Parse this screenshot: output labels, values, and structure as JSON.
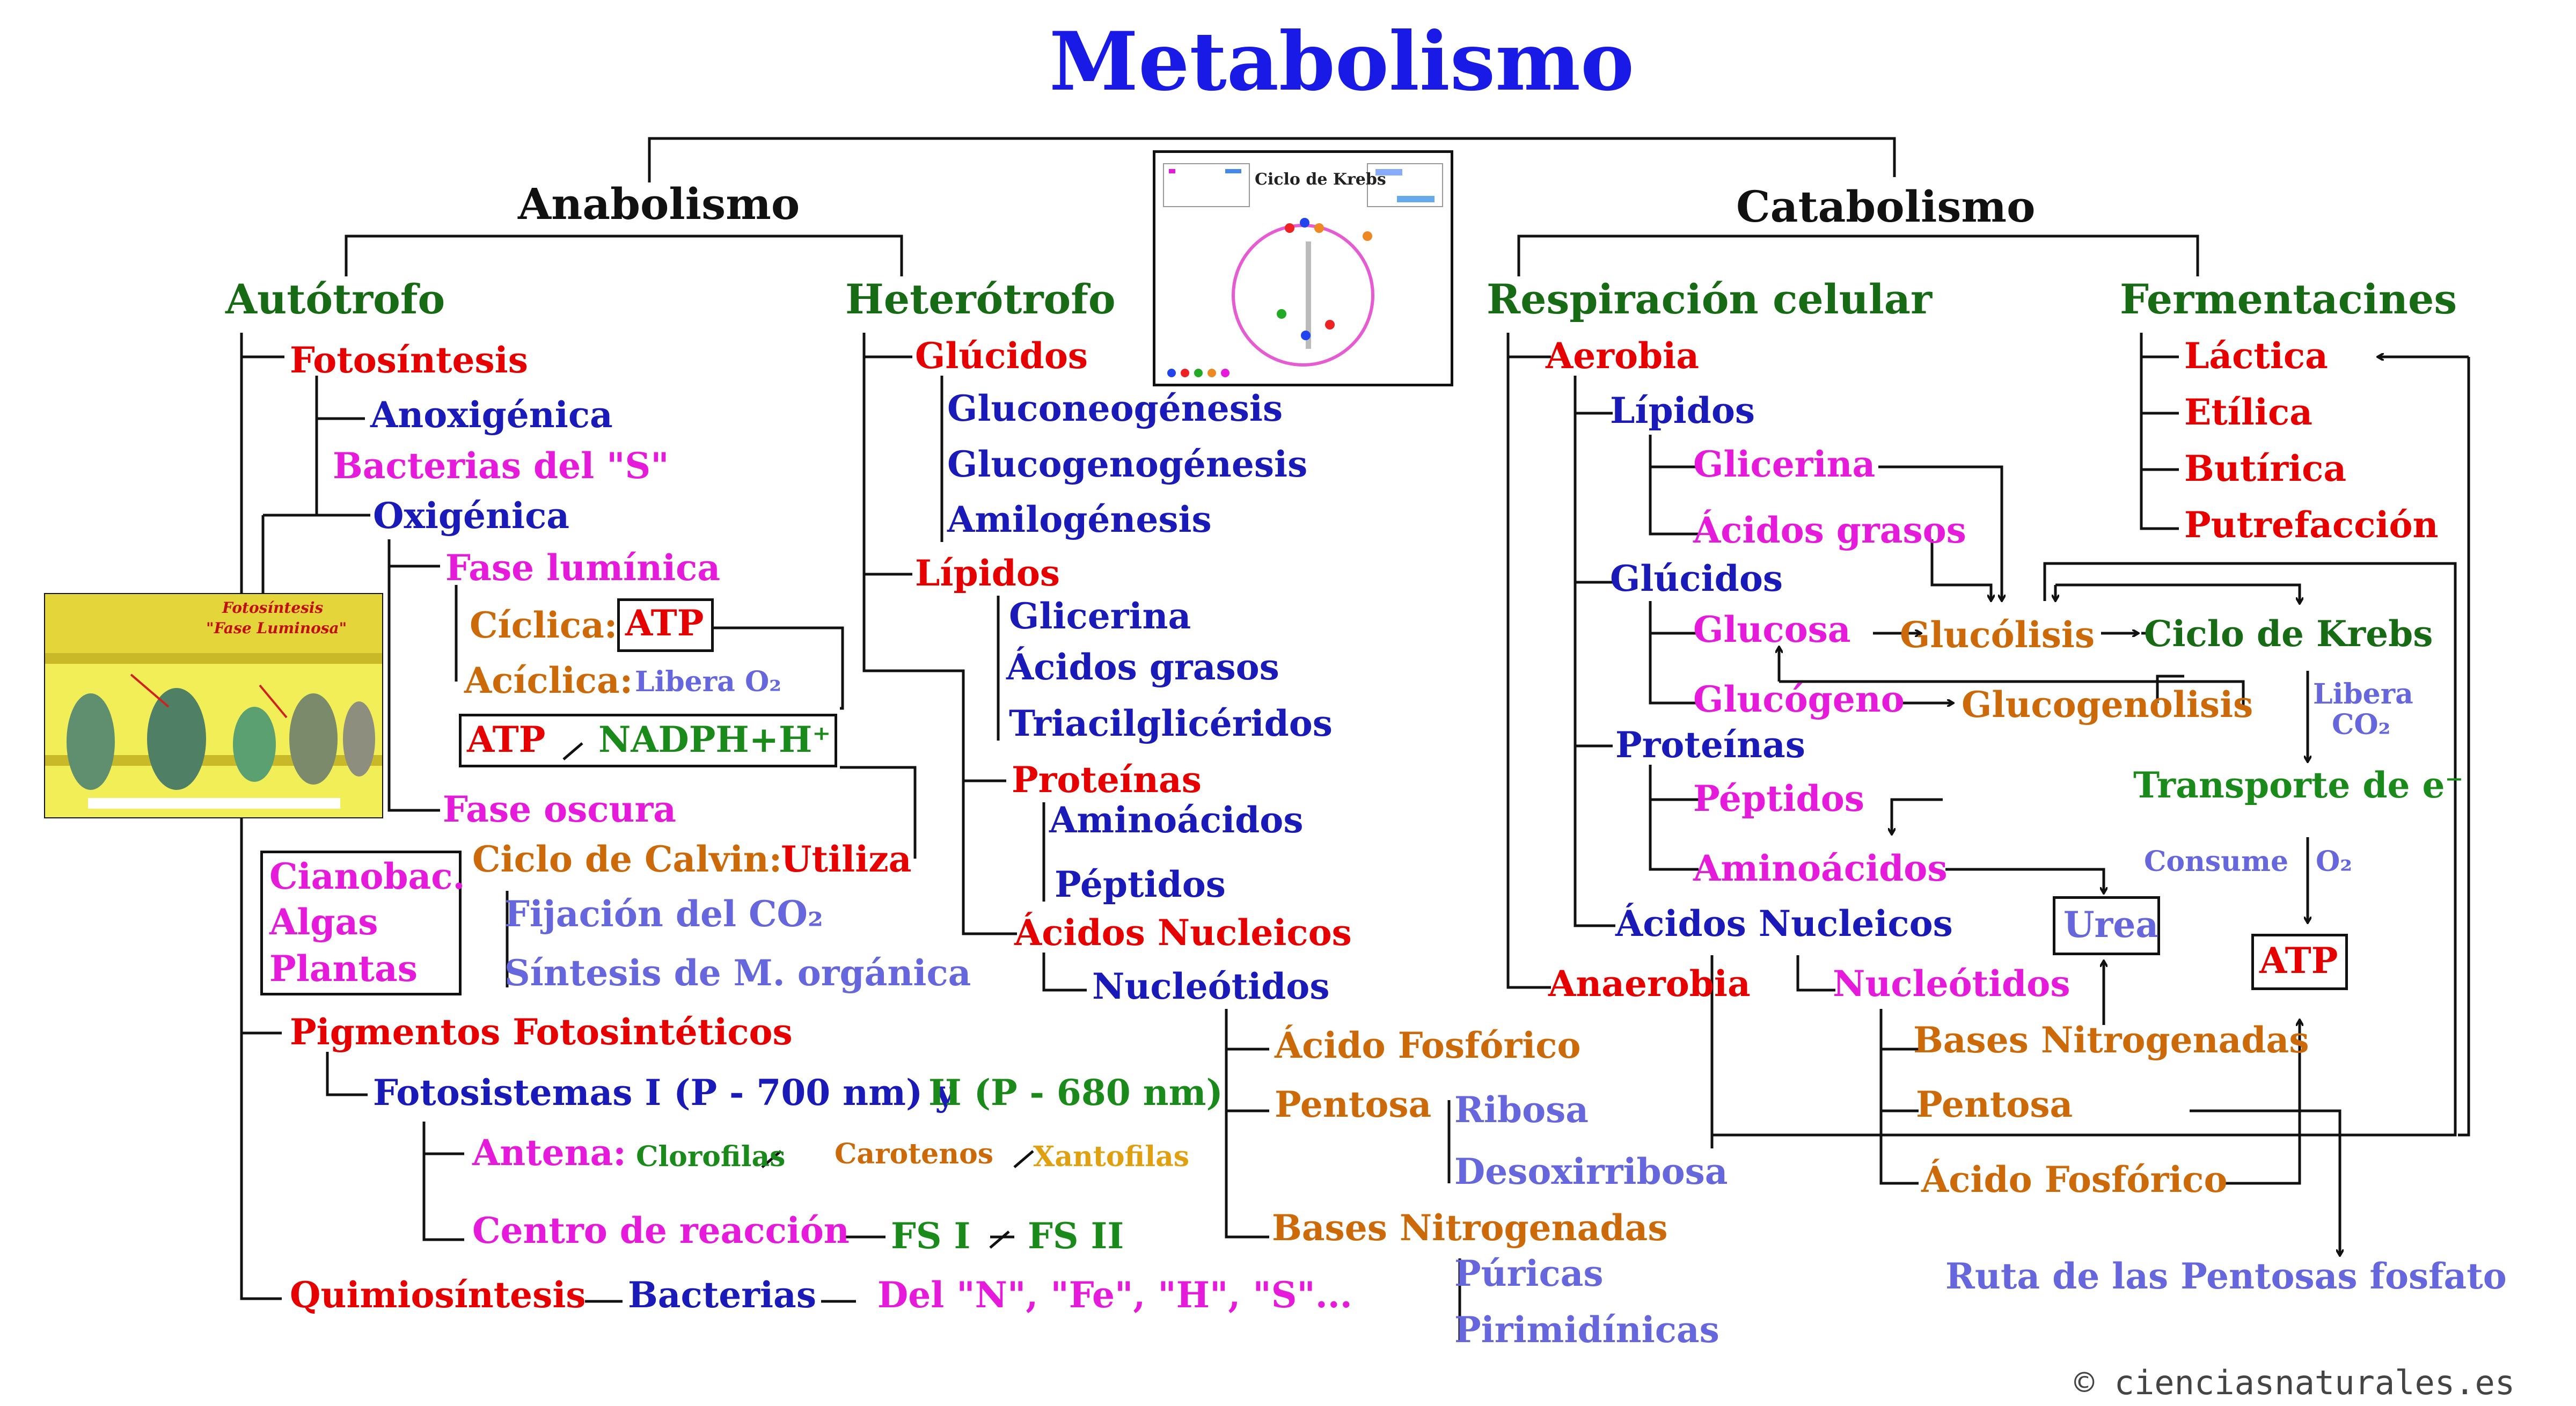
{
  "title": "Metabolismo",
  "copyright": "© cienciasnaturales.es",
  "anabolismo": {
    "label": "Anabolismo",
    "autotrofo": {
      "label": "Autótrofo",
      "fotosintesis": "Fotosíntesis",
      "anoxigenica": "Anoxigénica",
      "bacterias_s": "Bacterias del \"S\"",
      "oxigenica": "Oxigénica",
      "fase_luminica": "Fase lumínica",
      "ciclica": "Cíclica:",
      "atp": "ATP",
      "aciclica": "Acíclica:",
      "libera_o2": "Libera O₂",
      "atp2": "ATP",
      "slash": "/",
      "nadph": "NADPH+H⁺",
      "fase_oscura": "Fase oscura",
      "ciclo_calvin": "Ciclo de Calvin:",
      "utiliza": "Utiliza",
      "organisms": [
        "Cianobac.",
        "Algas",
        "Plantas"
      ],
      "fijacion": "Fijación del CO₂",
      "sintesis": "Síntesis de M. orgánica",
      "pigmentos": "Pigmentos Fotosintéticos",
      "fotosistemas": "Fotosistemas I (P - 700 nm) y ",
      "fotosistemas_ii": "II (P - 680 nm)",
      "antena": "Antena:",
      "clorofilas": "Clorofilas",
      "carotenos": "Carotenos",
      "xantofilas": "Xantofilas",
      "centro": "Centro de reacción",
      "fs1": "FS I",
      "fs2": "FS II",
      "quimiosintesis": "Quimiosíntesis",
      "bacterias": "Bacterias",
      "del_n": "Del \"N\", \"Fe\", \"H\", \"S\"...",
      "inset_title_1": "Fotosíntesis",
      "inset_title_2": "\"Fase Luminosa\""
    },
    "heterotrofo": {
      "label": "Heterótrofo",
      "glucidos": "Glúcidos",
      "gluconeo": "Gluconeogénesis",
      "glucogeno": "Glucogenogénesis",
      "amilo": "Amilogénesis",
      "lipidos": "Lípidos",
      "glicerina": "Glicerina",
      "acidos_grasos": "Ácidos grasos",
      "triacil": "Triacilglicéridos",
      "proteinas": "Proteínas",
      "aminoacidos": "Aminoácidos",
      "peptidos": "Péptidos",
      "acidos_nucleicos": "Ácidos Nucleicos",
      "nucleotidos": "Nucleótidos",
      "acido_fosforico": "Ácido Fosfórico",
      "pentosa": "Pentosa",
      "ribosa": "Ribosa",
      "desoxirribosa": "Desoxirribosa",
      "bases": "Bases Nitrogenadas",
      "puricas": "Púricas",
      "pirimidinicas": "Pirimidínicas"
    }
  },
  "krebs_inset": {
    "title": "Ciclo de Krebs"
  },
  "catabolismo": {
    "label": "Catabolismo",
    "respiracion": {
      "label": "Respiración celular",
      "aerobia": "Aerobia",
      "lipidos": "Lípidos",
      "glicerina": "Glicerina",
      "acidos_grasos": "Ácidos grasos",
      "glucidos": "Glúcidos",
      "glucosa": "Glucosa",
      "glucolisis": "Glucólisis",
      "ciclo_krebs": "Ciclo de Krebs",
      "glucogeno": "Glucógeno",
      "glucogenolisis": "Glucogenolisis",
      "libera": "Libera",
      "co2": "CO₂",
      "proteinas": "Proteínas",
      "transporte": "Transporte de e⁻",
      "peptidos": "Péptidos",
      "aminoacidos": "Aminoácidos",
      "consume": "Consume",
      "o2": "O₂",
      "urea": "Urea",
      "atp": "ATP",
      "acidos_nucleicos": "Ácidos Nucleicos",
      "anaerobia": "Anaerobia",
      "nucleotidos": "Nucleótidos",
      "bases": "Bases Nitrogenadas",
      "pentosa": "Pentosa",
      "acido_fosforico": "Ácido Fosfórico",
      "ruta_pentosas": "Ruta de las Pentosas fosfato"
    },
    "fermentaciones": {
      "label": "Fermentacines",
      "items": [
        "Láctica",
        "Etílica",
        "Butírica",
        "Putrefacción"
      ]
    }
  },
  "colors": {
    "title": "#1a1ae6",
    "heading": "#176b14",
    "red": "#e60000",
    "blue": "#1a1ab8",
    "magenta": "#e61adb",
    "orange": "#cc6a0a",
    "green": "#1a8a1a",
    "lavender": "#6666dd"
  }
}
